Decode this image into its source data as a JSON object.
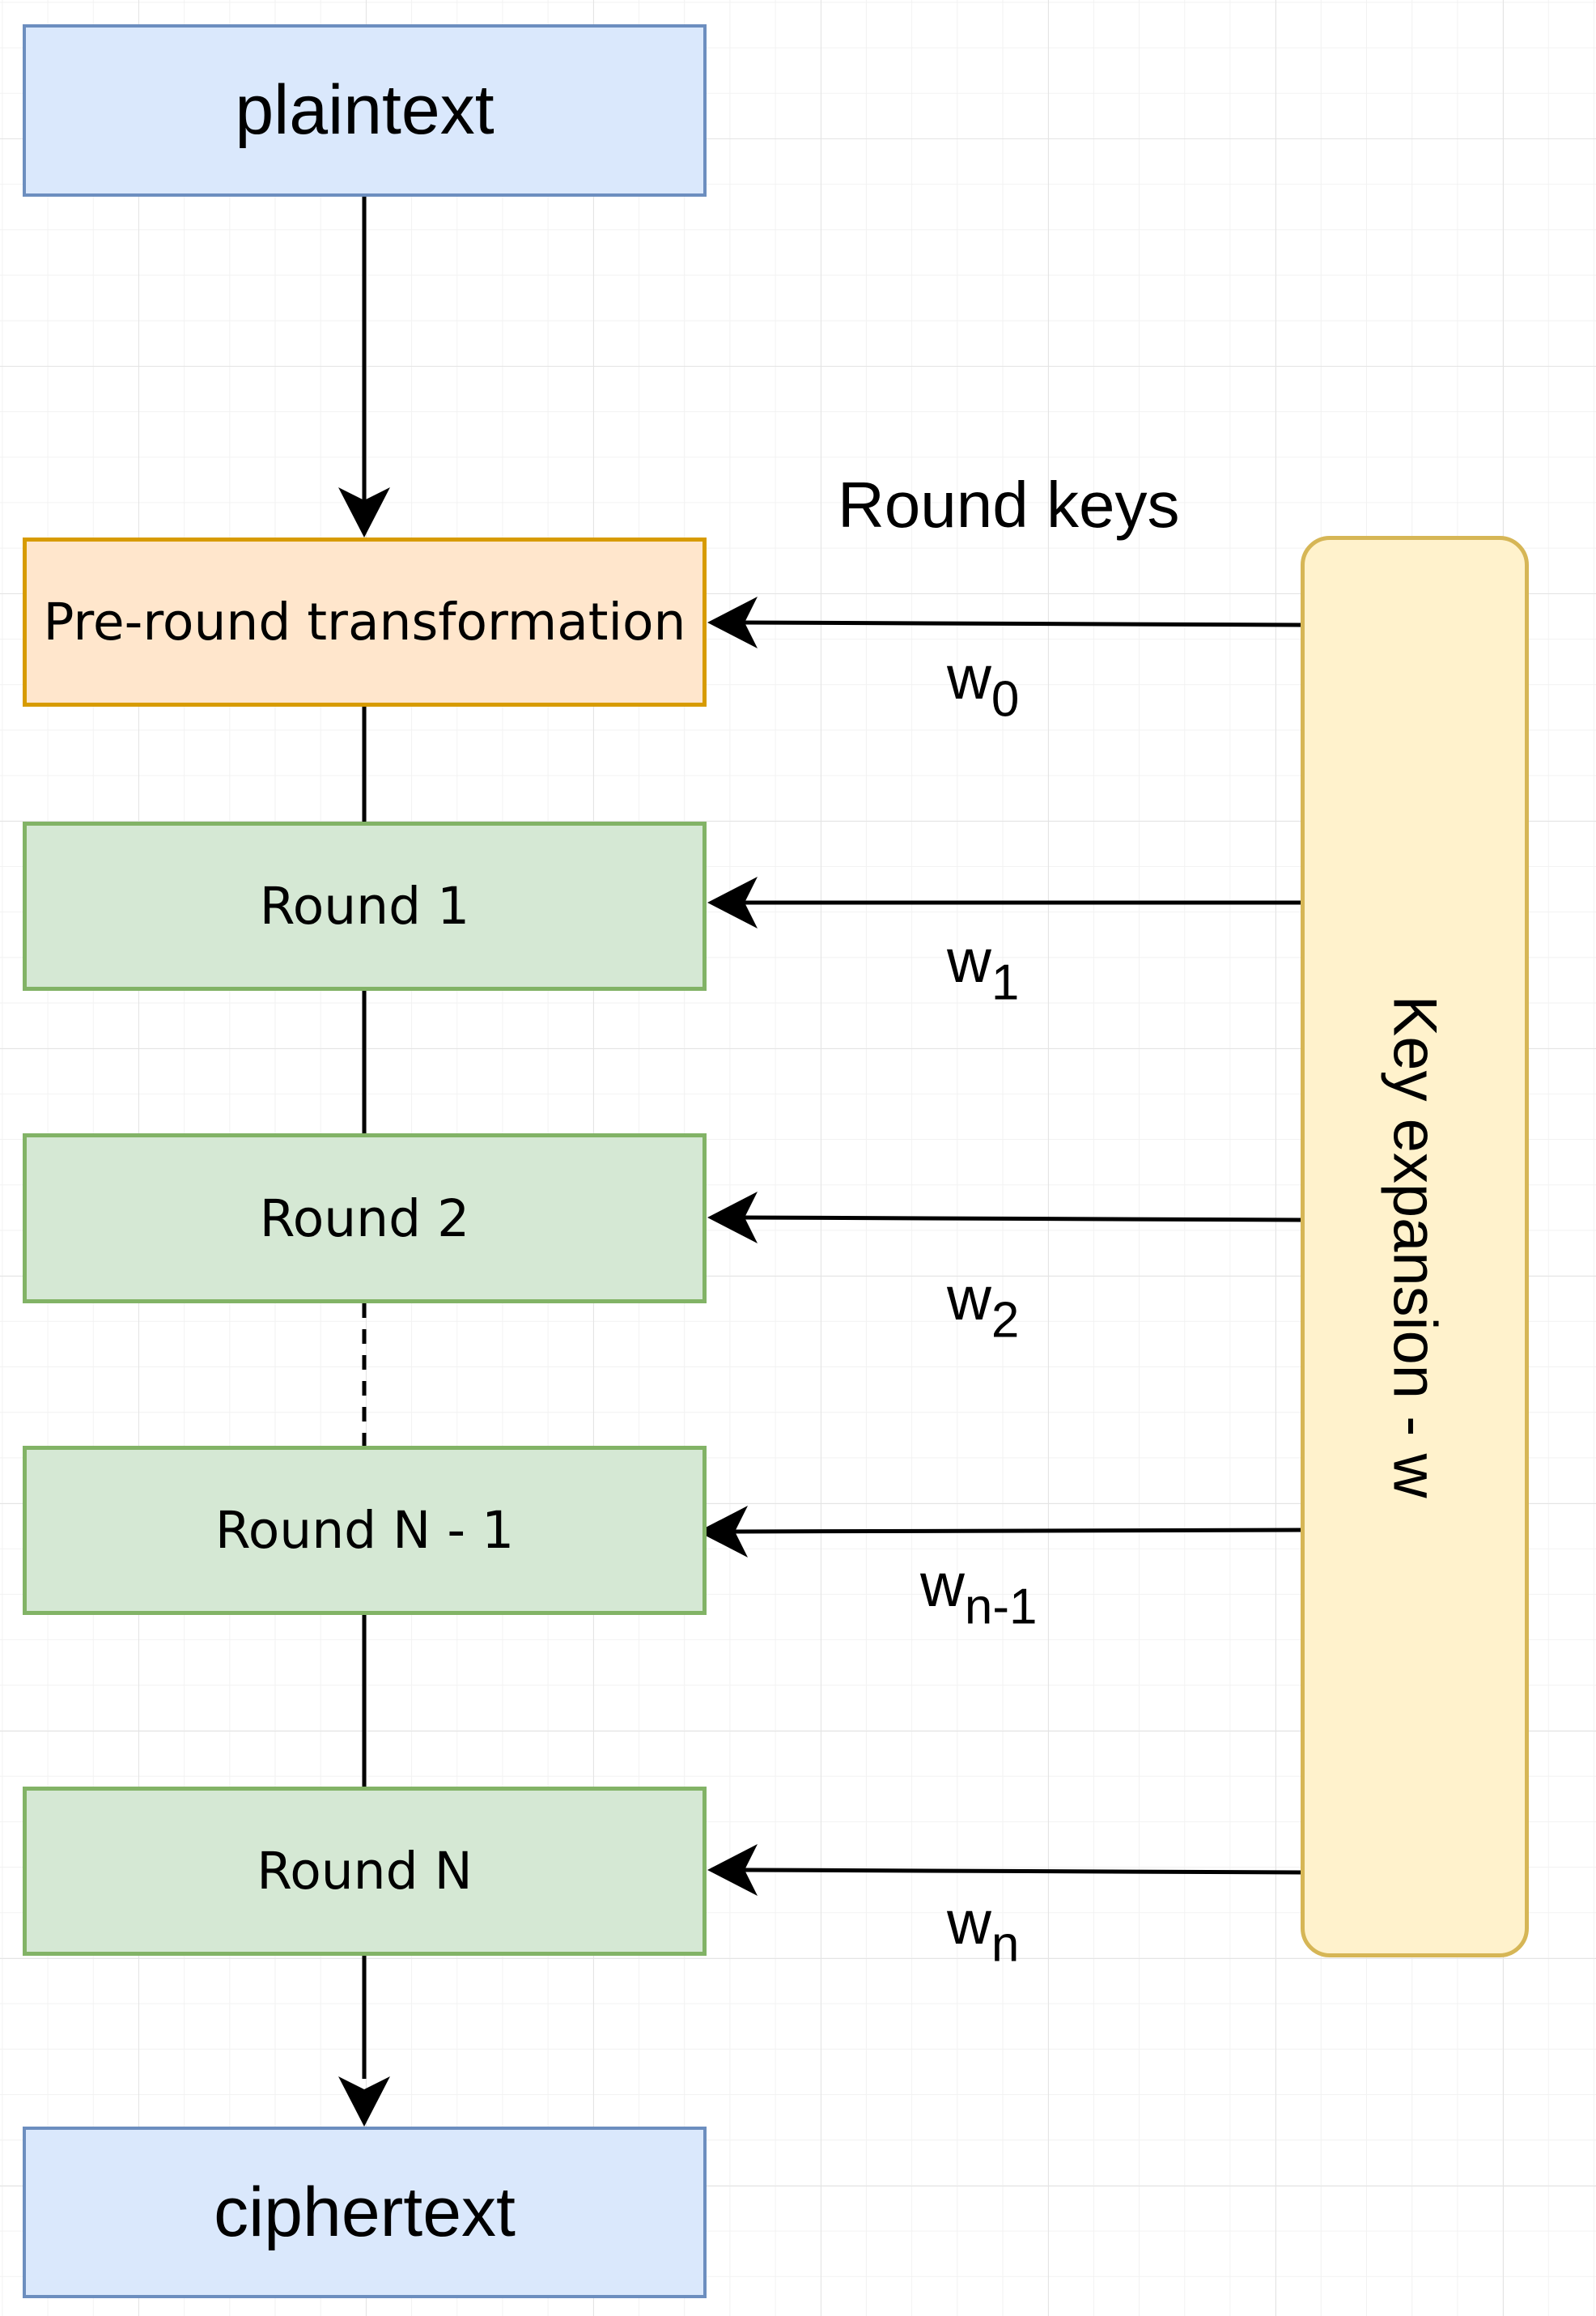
{
  "diagram": {
    "nodes": {
      "plaintext": "plaintext",
      "pre_round": "Pre-round transformation",
      "round_1": "Round 1",
      "round_2": "Round 2",
      "round_n_minus_1": "Round N - 1",
      "round_n": "Round N",
      "ciphertext": "ciphertext"
    },
    "key_expansion": "Key expansion - w",
    "round_keys_label": "Round keys",
    "round_keys": [
      {
        "base": "w",
        "sub": "0"
      },
      {
        "base": "w",
        "sub": "1"
      },
      {
        "base": "w",
        "sub": "2"
      },
      {
        "base": "w",
        "sub": "n-1"
      },
      {
        "base": "w",
        "sub": "n"
      }
    ],
    "colors": {
      "io_fill": "#dae8fc",
      "io_stroke": "#6c8ebf",
      "pre_fill": "#ffe6cc",
      "pre_stroke": "#d79b00",
      "round_fill": "#d5e8d4",
      "round_stroke": "#82b366",
      "key_fill": "#fff2cc",
      "key_stroke": "#d6b656"
    }
  }
}
